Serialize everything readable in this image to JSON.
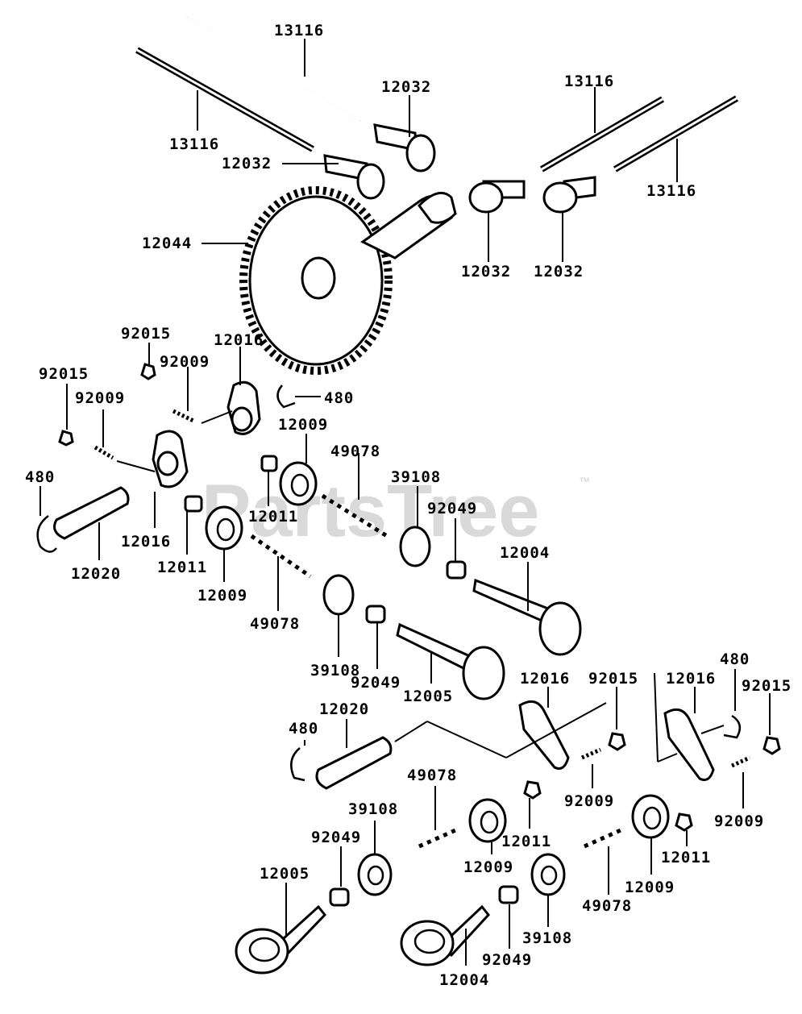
{
  "watermark": {
    "text": "PartsTree",
    "trademark": "™"
  },
  "labels": [
    "13116",
    "12032",
    "13116",
    "13116",
    "12032",
    "13116",
    "12044",
    "12032",
    "12032",
    "92015",
    "12016",
    "92009",
    "92015",
    "92009",
    "480",
    "12009",
    "49078",
    "39108",
    "92049",
    "480",
    "12011",
    "12016",
    "12011",
    "12020",
    "12004",
    "12009",
    "49078",
    "39108",
    "92049",
    "12005",
    "12016",
    "92015",
    "12016",
    "480",
    "92015",
    "12020",
    "480",
    "92009",
    "92009",
    "49078",
    "39108",
    "12011",
    "12009",
    "92049",
    "12011",
    "12005",
    "12009",
    "49078",
    "39108",
    "92049",
    "12004"
  ]
}
